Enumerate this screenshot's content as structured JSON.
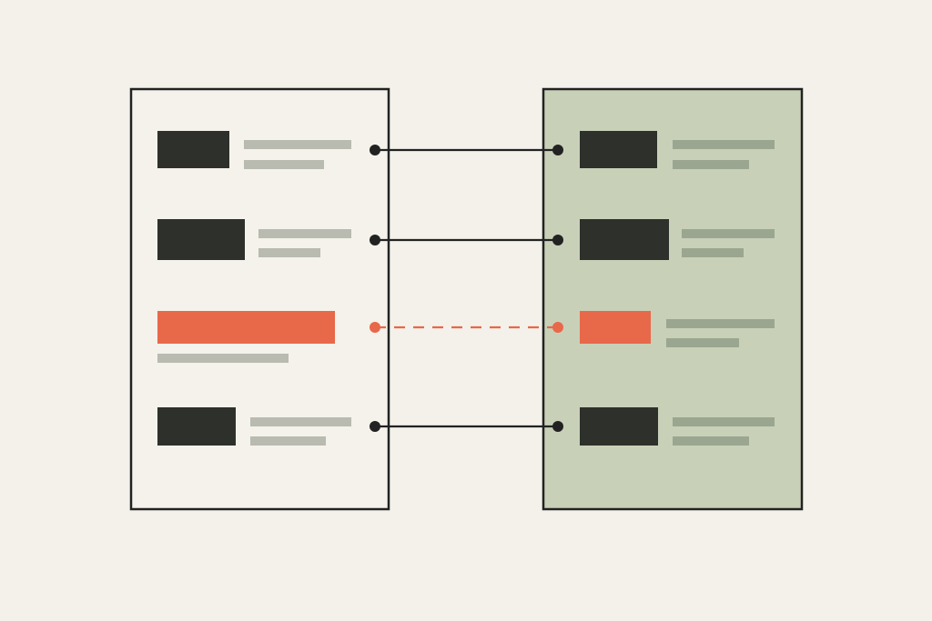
{
  "diagram": {
    "background_color": "#f3f1ea",
    "outline_color": "#222222",
    "left_panel": {
      "fill": "#f4f2ea",
      "rows": [
        {
          "block_tone": "dark",
          "text_lines": 2
        },
        {
          "block_tone": "dark",
          "text_lines": 2
        },
        {
          "block_tone": "highlight",
          "text_lines": 1
        },
        {
          "block_tone": "dark",
          "text_lines": 2
        }
      ]
    },
    "right_panel": {
      "fill": "#c8d0b8",
      "rows": [
        {
          "block_tone": "dark",
          "text_lines": 2
        },
        {
          "block_tone": "dark",
          "text_lines": 2
        },
        {
          "block_tone": "highlight",
          "text_lines": 2
        },
        {
          "block_tone": "dark",
          "text_lines": 2
        }
      ]
    },
    "connectors": [
      {
        "row": 1,
        "style": "solid",
        "color": "#222222"
      },
      {
        "row": 2,
        "style": "solid",
        "color": "#222222"
      },
      {
        "row": 3,
        "style": "dashed",
        "color": "#e8684a"
      },
      {
        "row": 4,
        "style": "solid",
        "color": "#222222"
      }
    ],
    "colors": {
      "dark_block": "#2d302b",
      "highlight_block": "#e8684a",
      "placeholder_line_left": "#b9bab0",
      "placeholder_line_right": "#9aa690"
    }
  }
}
